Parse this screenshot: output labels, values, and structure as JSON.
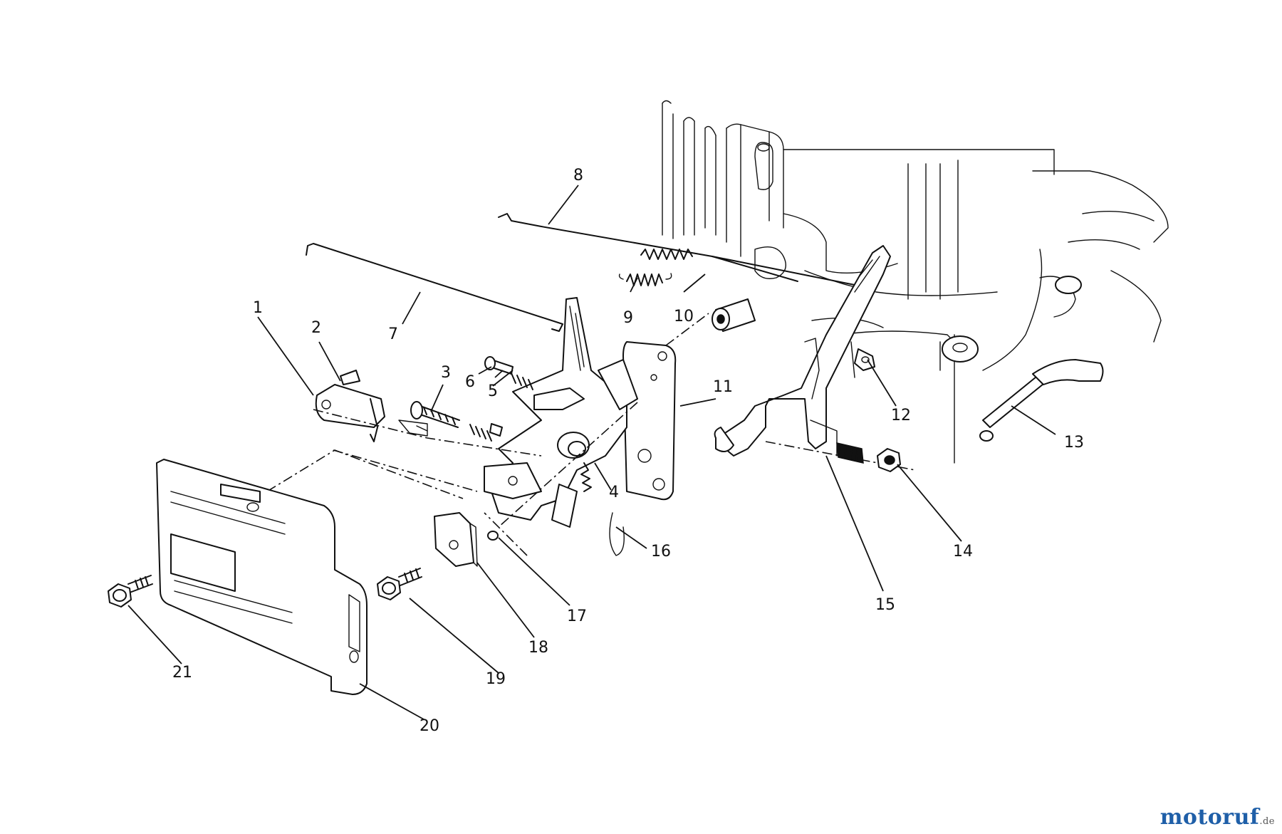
{
  "diagram": {
    "part_labels": [
      "1",
      "2",
      "3",
      "4",
      "5",
      "6",
      "7",
      "8",
      "9",
      "10",
      "11",
      "12",
      "13",
      "14",
      "15",
      "16",
      "17",
      "18",
      "19",
      "20",
      "21"
    ]
  },
  "watermark": {
    "main": "motoruf",
    "tld": ".de",
    "colors": [
      "#2e7d32",
      "#c62828",
      "#f9a825",
      "#1565c0"
    ]
  }
}
